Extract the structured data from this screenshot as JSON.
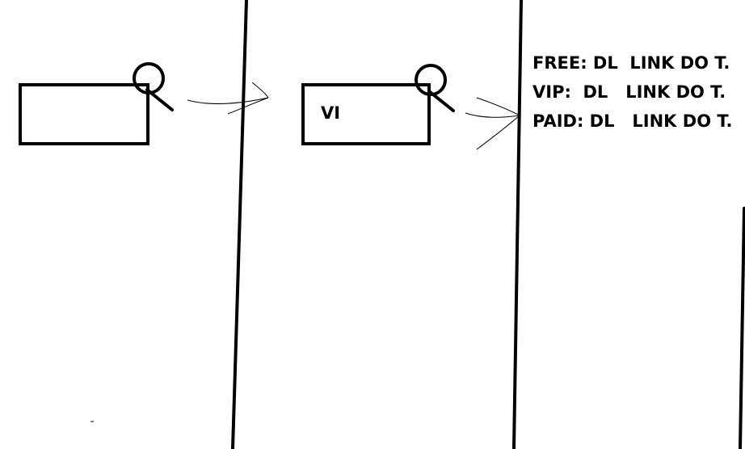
{
  "diagram": {
    "stroke_color": "#000000",
    "background": "#ffffff",
    "step1": {
      "box_text": "",
      "icon": "magnifier-icon"
    },
    "step2": {
      "box_text": "VI",
      "icon": "magnifier-icon"
    },
    "step3": {
      "lines": [
        "FREE: DL  LINK DO T.",
        "VIP:  DL   LINK DO T.",
        "PAID: DL   LINK DO T."
      ]
    }
  }
}
